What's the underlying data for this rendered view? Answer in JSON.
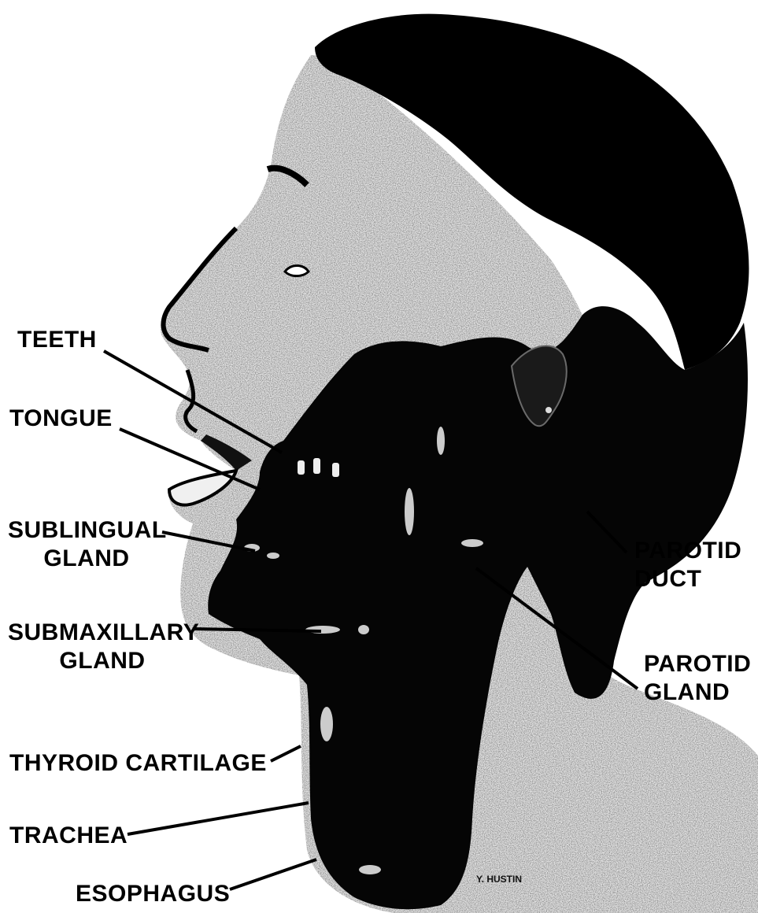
{
  "labels": {
    "teeth": "TEETH",
    "tongue": "TONGUE",
    "sublingual_line1": "SUBLINGUAL",
    "sublingual_line2": "GLAND",
    "submaxillary_line1": "SUBMAXILLARY",
    "submaxillary_line2": "GLAND",
    "thyroid": "THYROID CARTILAGE",
    "trachea": "TRACHEA",
    "esophagus": "ESOPHAGUS",
    "parotid_duct_line1": "PAROTID",
    "parotid_duct_line2": "DUCT",
    "parotid_gland_line1": "PAROTID",
    "parotid_gland_line2": "GLAND"
  },
  "signature": "Y. HUSTIN",
  "colors": {
    "ink": "#000000",
    "paper": "#ffffff",
    "skin_light": "#e9e9e9",
    "skin_mid": "#bdbdbd"
  }
}
